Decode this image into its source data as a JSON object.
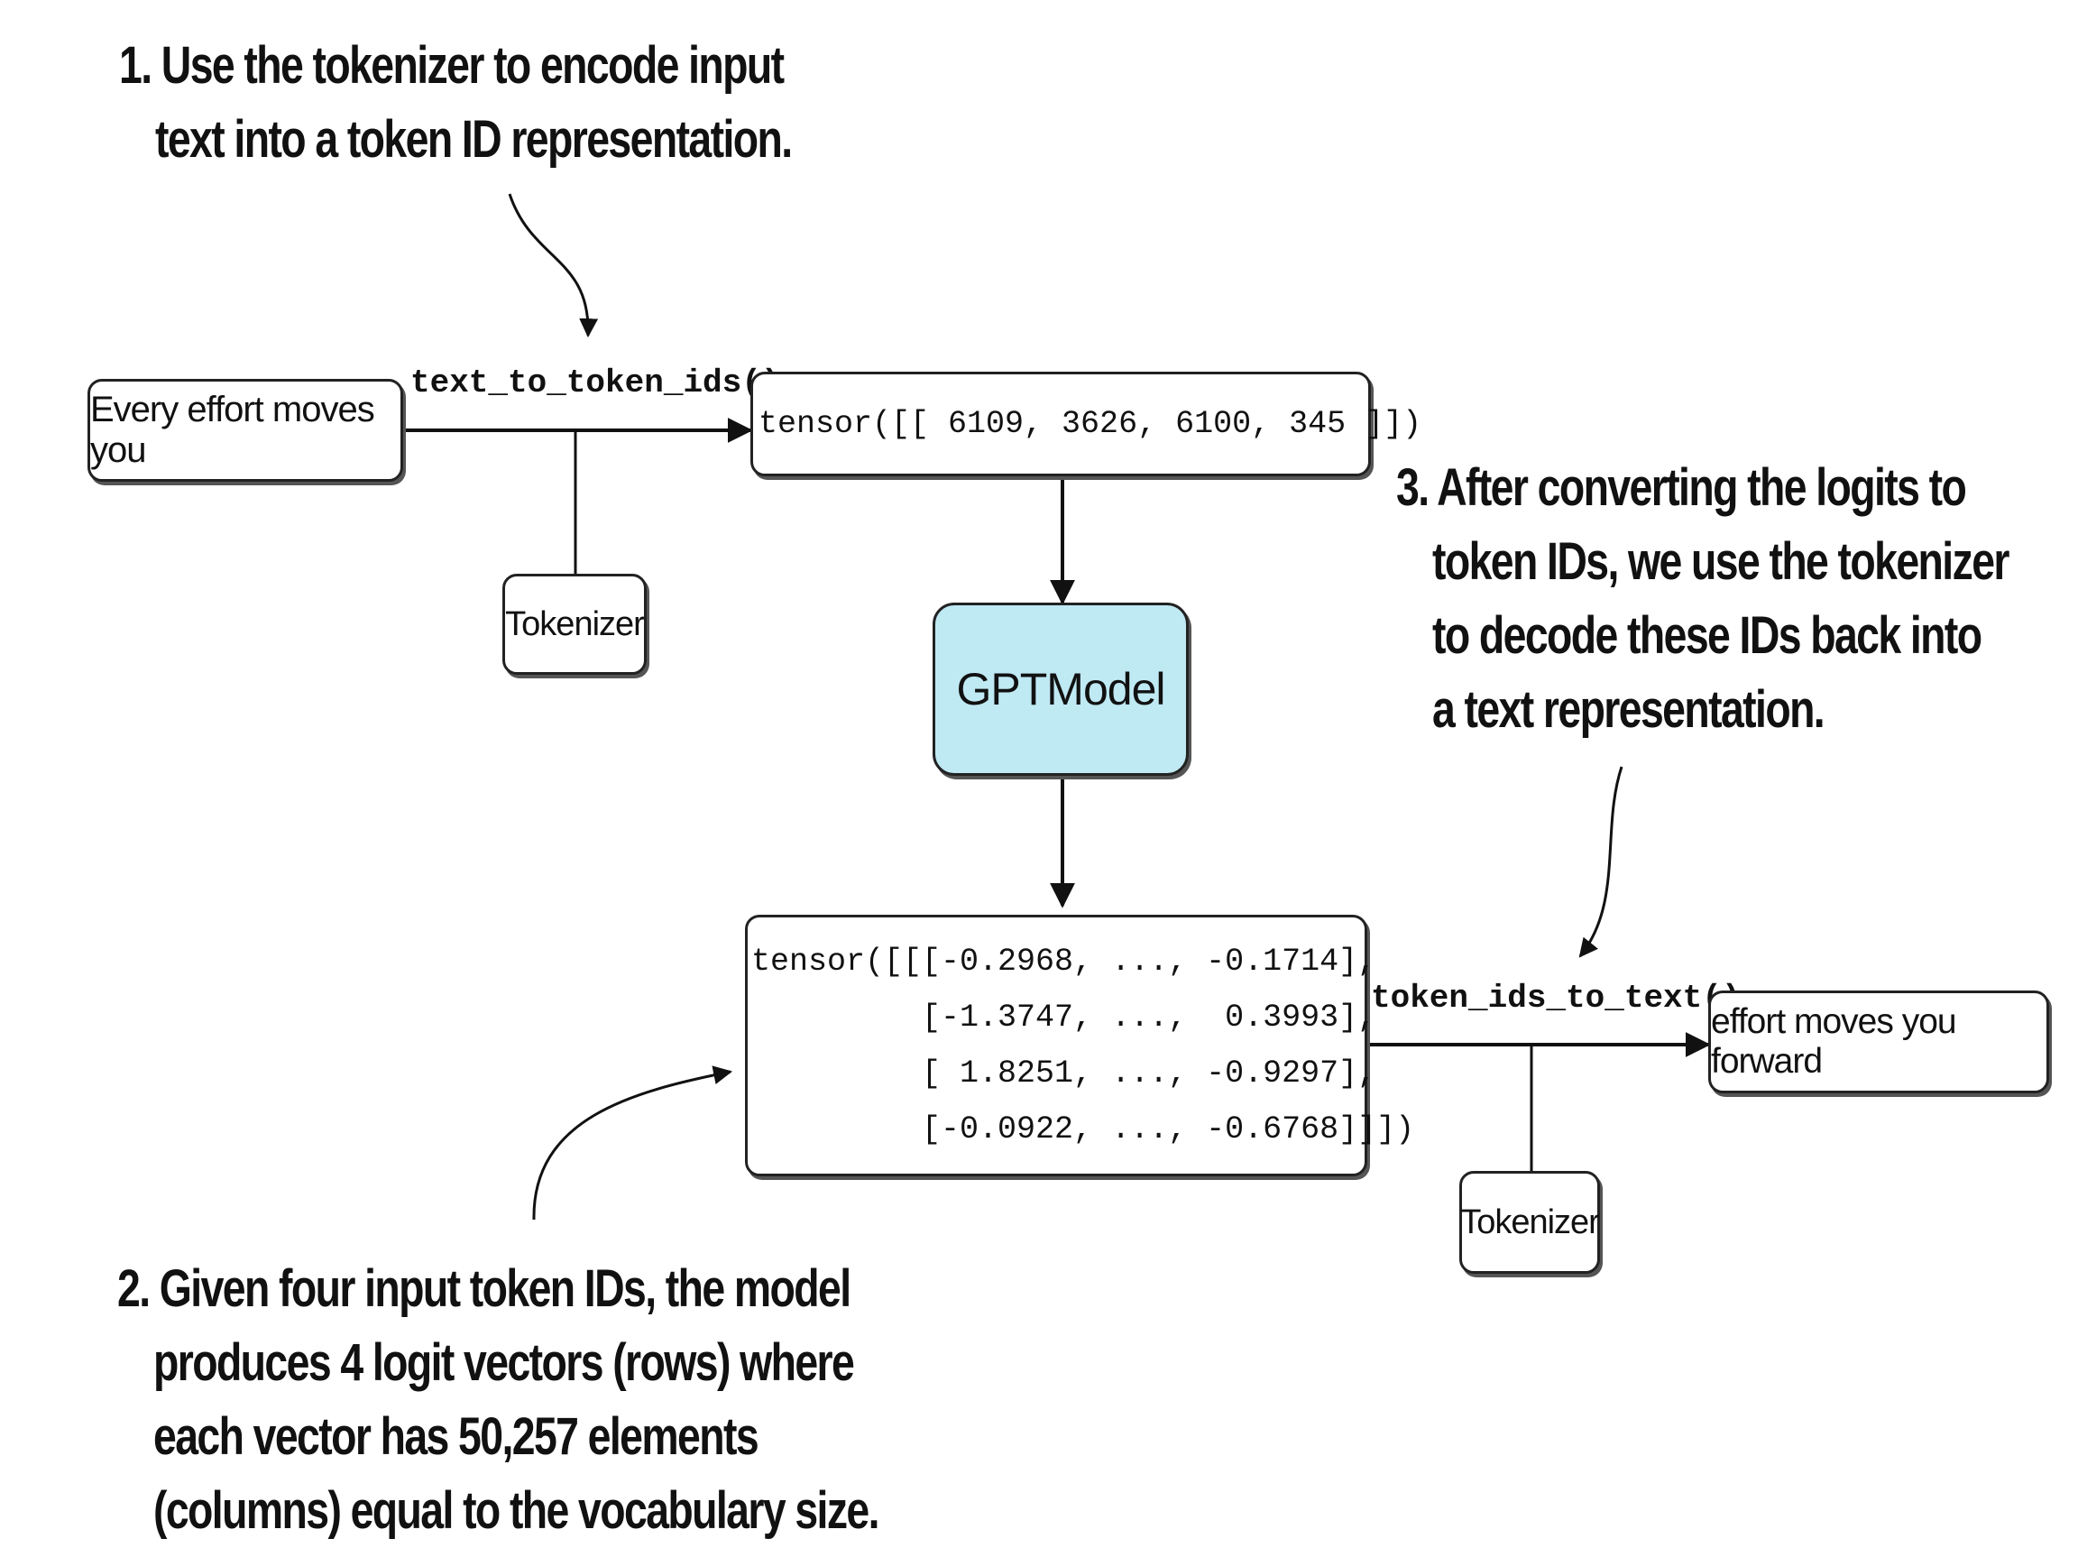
{
  "annotations": {
    "step1": [
      "1. Use the tokenizer to encode input",
      "text into a token ID representation."
    ],
    "step2": [
      "2. Given four input token IDs, the model",
      "produces 4 logit vectors (rows) where",
      "each vector has 50,257 elements",
      "(columns) equal to the vocabulary size."
    ],
    "step3": [
      "3. After converting the logits to",
      "token IDs, we use the tokenizer",
      "to decode these IDs back into",
      "a text representation."
    ]
  },
  "nodes": {
    "input_text": "Every effort moves you",
    "token_ids": "tensor([[ 6109, 3626, 6100, 345 ]])",
    "tokenizer_left": "Tokenizer",
    "model": "GPTModel",
    "logits": [
      "tensor([[[-0.2968, ..., -0.1714],",
      "         [-1.3747, ...,  0.3993],",
      "         [ 1.8251, ..., -0.9297],",
      "         [-0.0922, ..., -0.6768]]])"
    ],
    "tokenizer_right": "Tokenizer",
    "output_text": "effort moves you forward"
  },
  "functions": {
    "encode": "text_to_token_ids()",
    "decode": "token_ids_to_text()"
  },
  "colors": {
    "model_fill": "#bfe9f3",
    "stroke": "#222222"
  }
}
